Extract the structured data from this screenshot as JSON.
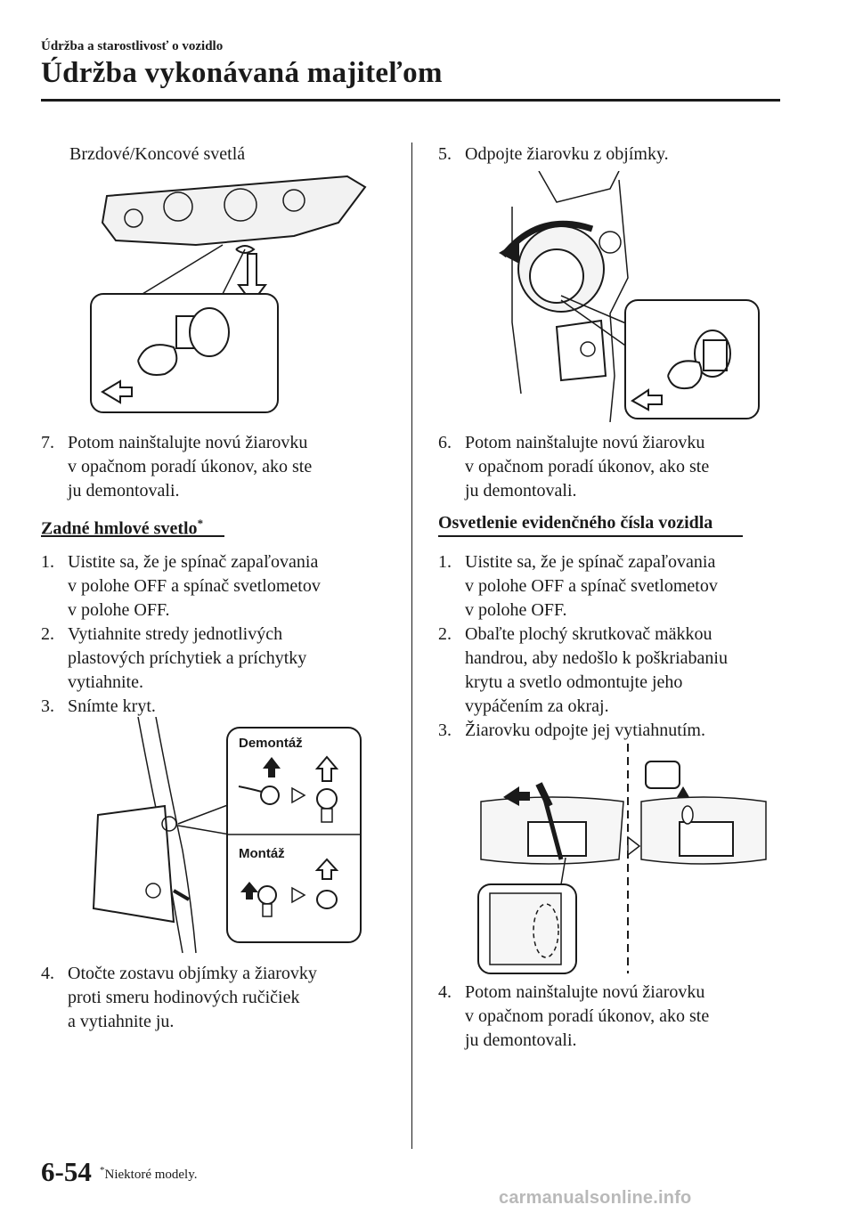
{
  "header": {
    "breadcrumb": "Údržba a starostlivosť o vozidlo",
    "title": "Údržba vykonávaná majiteľom"
  },
  "left_column": {
    "brake_tail_caption": "Brzdové/Koncové svetlá",
    "step7": {
      "num": "7.",
      "lines": [
        "Potom nainštalujte novú žiarovku",
        "v opačnom poradí úkonov, ako ste",
        "ju demontovali."
      ]
    },
    "fog_heading": "Zadné hmlové svetlo",
    "fog_heading_mark": "*",
    "fog_steps": [
      {
        "num": "1.",
        "lines": [
          "Uistite sa, že je spínač zapaľovania",
          "v polohe OFF a spínač svetlometov",
          "v polohe OFF."
        ]
      },
      {
        "num": "2.",
        "lines": [
          "Vytiahnite stredy jednotlivých",
          "plastových príchytiek a príchytky",
          "vytiahnite."
        ]
      },
      {
        "num": "3.",
        "lines": [
          "Snímte kryt."
        ]
      }
    ],
    "fig_labels": {
      "removal": "Demontáž",
      "install": "Montáž"
    },
    "step4": {
      "num": "4.",
      "lines": [
        "Otočte zostavu objímky a žiarovky",
        "proti smeru hodinových ručičiek",
        "a vytiahnite ju."
      ]
    }
  },
  "right_column": {
    "step5": {
      "num": "5.",
      "lines": [
        "Odpojte žiarovku z objímky."
      ]
    },
    "step6": {
      "num": "6.",
      "lines": [
        "Potom nainštalujte novú žiarovku",
        "v opačnom poradí úkonov, ako ste",
        "ju demontovali."
      ]
    },
    "plate_heading": "Osvetlenie evidenčného čísla vozidla",
    "plate_steps": [
      {
        "num": "1.",
        "lines": [
          "Uistite sa, že je spínač zapaľovania",
          "v polohe OFF a spínač svetlometov",
          "v polohe OFF."
        ]
      },
      {
        "num": "2.",
        "lines": [
          "Obaľte plochý skrutkovač mäkkou",
          "handrou, aby nedošlo k poškriabaniu",
          "krytu a svetlo odmontujte jeho",
          "vypáčením za okraj."
        ]
      },
      {
        "num": "3.",
        "lines": [
          "Žiarovku odpojte jej vytiahnutím."
        ]
      }
    ],
    "step4": {
      "num": "4.",
      "lines": [
        "Potom nainštalujte novú žiarovku",
        "v opačnom poradí úkonov, ako ste",
        "ju demontovali."
      ]
    }
  },
  "footer": {
    "page_number": "6-54",
    "footnote_mark": "*",
    "footnote": "Niektoré modely.",
    "watermark": "carmanualsonline.info"
  },
  "colors": {
    "text": "#1a1a1a",
    "watermark": "#b9b9b9"
  }
}
